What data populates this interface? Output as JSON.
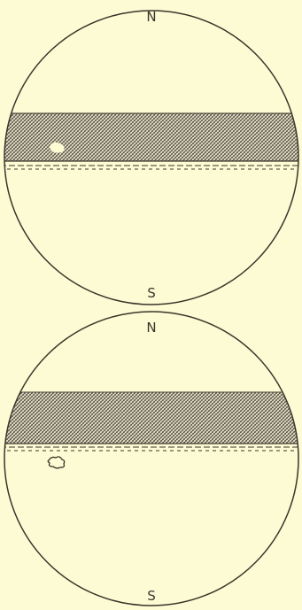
{
  "figure": {
    "background": "#fdfbd3",
    "ink": "#3a352c",
    "disks": [
      {
        "north_label": "N",
        "south_label": "S",
        "feature": "white-spot"
      },
      {
        "north_label": "N",
        "south_label": "S",
        "feature": "outlined-spot"
      }
    ]
  }
}
